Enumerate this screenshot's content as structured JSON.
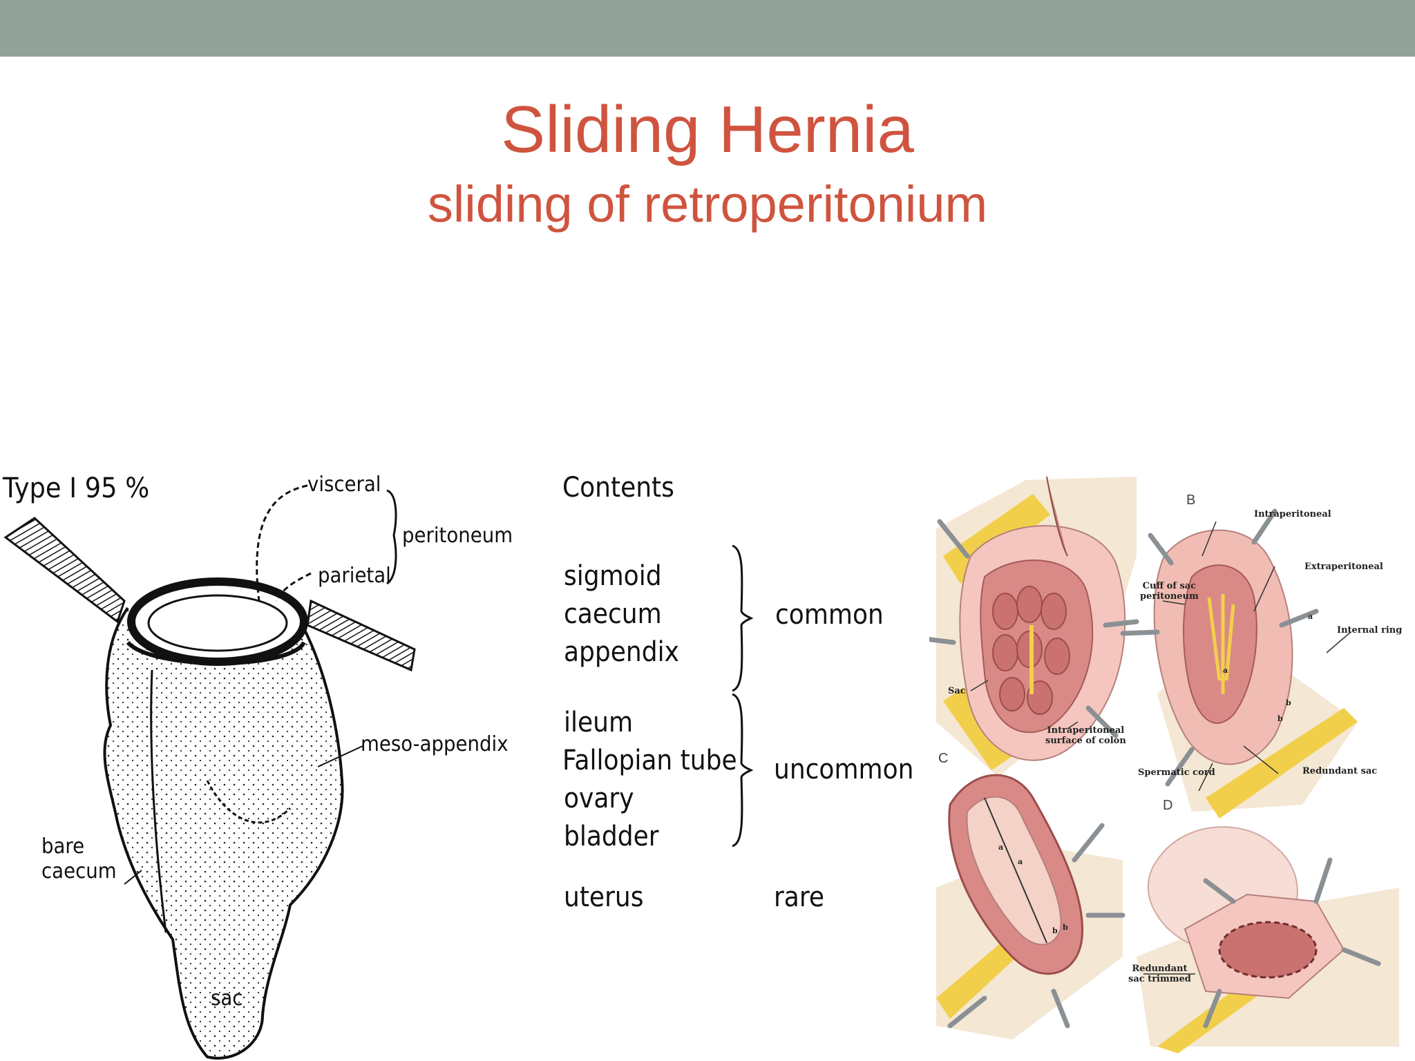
{
  "slide": {
    "title": "Sliding Hernia",
    "subtitle": "sliding of retroperitonium",
    "colors": {
      "title": "#cf543f",
      "top_bar": "#93a39a",
      "background": "#ffffff"
    }
  },
  "left_figure": {
    "type_label": "Type I   95 %",
    "visceral": "visceral",
    "peritoneum": "peritoneum",
    "parietal": "parietal",
    "meso_appendix": "meso-appendix",
    "bare_caecum": [
      "bare",
      "caecum"
    ],
    "sac": "sac"
  },
  "contents": {
    "heading": "Contents",
    "groups": [
      {
        "items": [
          "sigmoid",
          "caecum",
          "appendix"
        ],
        "frequency": "common"
      },
      {
        "items": [
          "ileum",
          "Fallopian tube",
          "ovary",
          "bladder"
        ],
        "frequency": "uncommon"
      },
      {
        "items": [
          "uterus"
        ],
        "frequency": "rare"
      }
    ]
  },
  "right_figure": {
    "panels": [
      "B",
      "C",
      "D"
    ],
    "labels": {
      "sac": "Sac",
      "intraperitoneal_colon": [
        "Intraperitoneal",
        "surface of colon"
      ],
      "intraperitoneal": "Intraperitoneal",
      "extraperitoneal": "Extraperitoneal",
      "cuff": [
        "Cuff of sac",
        "peritoneum"
      ],
      "internal_ring": "Internal ring",
      "spermatic_cord": "Spermatic cord",
      "redundant_sac": "Redundant sac",
      "redundant_trimmed": [
        "Redundant",
        "sac trimmed"
      ],
      "marks": [
        "a",
        "a",
        "b",
        "b",
        "a",
        "b",
        "a",
        "b"
      ]
    }
  }
}
